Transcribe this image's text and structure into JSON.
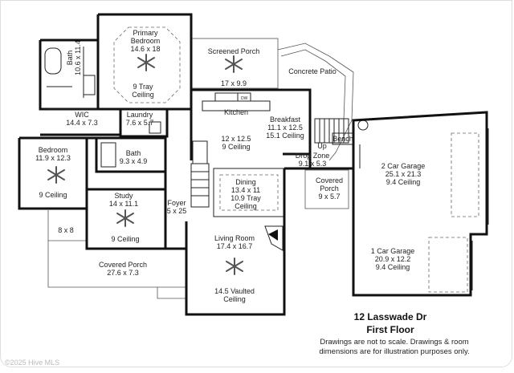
{
  "address": "12 Lasswade Dr",
  "floor": "First Floor",
  "disclaimer_line1": "Drawings are not to scale. Drawings & room",
  "disclaimer_line2": "dimensions are for illustration purposes only.",
  "copyright": "©2025 Hive MLS",
  "rooms": [
    {
      "id": "primary-bedroom",
      "lines": [
        "Primary",
        "Bedroom",
        "14.6 x 18"
      ]
    },
    {
      "id": "primary-bedroom-ceiling",
      "lines": [
        "9 Tray",
        "Ceiling"
      ]
    },
    {
      "id": "bath-primary",
      "lines": [
        "Bath",
        "10.6 x 11.4"
      ]
    },
    {
      "id": "wic",
      "lines": [
        "WIC",
        "14.4 x 7.3"
      ]
    },
    {
      "id": "laundry",
      "lines": [
        "Laundry",
        "7.6 x 5.7"
      ]
    },
    {
      "id": "screened-porch",
      "lines": [
        "Screened Porch"
      ]
    },
    {
      "id": "screened-porch-dim",
      "lines": [
        "17 x 9.9"
      ]
    },
    {
      "id": "concrete-patio",
      "lines": [
        "Concrete Patio"
      ]
    },
    {
      "id": "kitchen",
      "lines": [
        "Kitchen"
      ]
    },
    {
      "id": "kitchen-dim",
      "lines": [
        "12 x 12.5",
        "9 Ceiling"
      ]
    },
    {
      "id": "breakfast",
      "lines": [
        "Breakfast",
        "11.1 x 12.5",
        "15.1 Ceiling"
      ]
    },
    {
      "id": "bench",
      "lines": [
        "Bench"
      ]
    },
    {
      "id": "up",
      "lines": [
        "Up"
      ]
    },
    {
      "id": "drop-zone",
      "lines": [
        "Drop Zone",
        "9.1 x 5.3"
      ]
    },
    {
      "id": "bedroom",
      "lines": [
        "Bedroom",
        "11.9 x 12.3"
      ]
    },
    {
      "id": "bedroom-ceiling",
      "lines": [
        "9 Ceiling"
      ]
    },
    {
      "id": "bath-2",
      "lines": [
        "Bath",
        "9.3 x 4.9"
      ]
    },
    {
      "id": "study",
      "lines": [
        "Study",
        "14 x 11.1"
      ]
    },
    {
      "id": "study-ceiling",
      "lines": [
        "9 Ceiling"
      ]
    },
    {
      "id": "foyer",
      "lines": [
        "Foyer",
        "5 x 25"
      ]
    },
    {
      "id": "dining",
      "lines": [
        "Dining",
        "13.4 x 11",
        "10.9 Tray",
        "Ceiling"
      ]
    },
    {
      "id": "covered-porch-side",
      "lines": [
        "Covered",
        "Porch",
        "9 x 5.7"
      ]
    },
    {
      "id": "garage-2car",
      "lines": [
        "2 Car Garage",
        "25.1 x 21.3",
        "9.4 Ceiling"
      ]
    },
    {
      "id": "garage-1car",
      "lines": [
        "1 Car Garage",
        "20.9 x 12.2",
        "9.4 Ceiling"
      ]
    },
    {
      "id": "eight-by-eight",
      "lines": [
        "8 x 8"
      ]
    },
    {
      "id": "living-room",
      "lines": [
        "Living Room",
        "17.4 x 16.7"
      ]
    },
    {
      "id": "living-ceiling",
      "lines": [
        "14.5 Vaulted",
        "Ceiling"
      ]
    },
    {
      "id": "covered-porch-front",
      "lines": [
        "Covered Porch",
        "27.6 x 7.3"
      ]
    }
  ],
  "appliances": {
    "dw": "DW"
  }
}
